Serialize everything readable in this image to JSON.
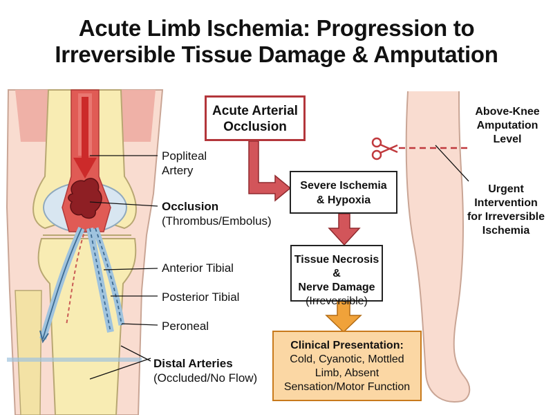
{
  "title": {
    "line1": "Acute Limb Ischemia: Progression to",
    "line2": "Irreversible Tissue Damage & Amputation"
  },
  "knee_labels": {
    "popliteal_line1": "Popliteal",
    "popliteal_line2": "Artery",
    "occlusion_line1": "Occlusion",
    "occlusion_line2": "(Thrombus/Embolus)",
    "anterior_tibial": "Anterior Tibial",
    "posterior_tibial": "Posterior Tibial",
    "peroneal": "Peroneal",
    "distal_line1": "Distal Arteries",
    "distal_line2": "(Occluded/No Flow)"
  },
  "flow": {
    "step1_line1": "Acute Arterial",
    "step1_line2": "Occlusion",
    "step2_line1": "Severe Ischemia",
    "step2_line2": "& Hypoxia",
    "step3_line1": "Tissue Necrosis &",
    "step3_line2": "Nerve Damage",
    "step3_line3": "(Irreversible)",
    "step4_line1": "Clinical Presentation:",
    "step4_line2": "Cold, Cyanotic, Mottled",
    "step4_line3": "Limb, Absent",
    "step4_line4": "Sensation/Motor Function"
  },
  "leg_labels": {
    "amputation_line1": "Above-Knee",
    "amputation_line2": "Amputation",
    "amputation_line3": "Level",
    "urgent_line1": "Urgent",
    "urgent_line2": "Intervention",
    "urgent_line3": "for Irreversible",
    "urgent_line4": "Ischemia"
  },
  "colors": {
    "artery_red": "#d63a3a",
    "clot": "#8e1f24",
    "arrow_red": "#d2555a",
    "arrow_orange": "#f0a23a",
    "box_orange_fill": "#fbd7a4",
    "skin": "#f9dcd0",
    "bone": "#f8ecb3",
    "vessel_blue": "#bcd7ec"
  }
}
